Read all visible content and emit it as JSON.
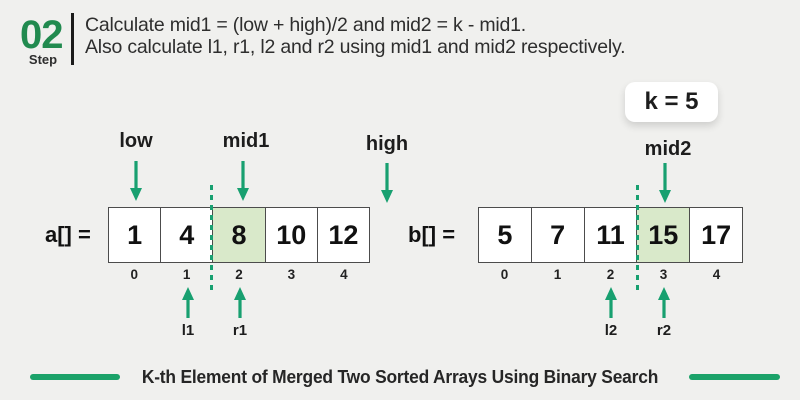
{
  "colors": {
    "background": "#f0f0ee",
    "accent_green": "#18a070",
    "step_green": "#218a4f",
    "highlight_cell": "#d9e9ca",
    "badge_bg": "#ffffff",
    "text_dark": "#2e2e2e"
  },
  "header": {
    "step_number": "02",
    "step_label": "Step",
    "line1": "Calculate mid1 = (low + high)/2 and mid2 = k - mid1.",
    "line2": "Also calculate l1, r1, l2 and r2 using mid1 and mid2 respectively."
  },
  "badge": {
    "text": "k = 5"
  },
  "pointers": {
    "low": "low",
    "mid1": "mid1",
    "high": "high",
    "mid2": "mid2",
    "l1": "l1",
    "r1": "r1",
    "l2": "l2",
    "r2": "r2"
  },
  "array_a": {
    "label": "a[] =",
    "values": [
      "1",
      "4",
      "8",
      "10",
      "12"
    ],
    "indices": [
      "0",
      "1",
      "2",
      "3",
      "4"
    ],
    "highlight_index": 2
  },
  "array_b": {
    "label": "b[] =",
    "values": [
      "5",
      "7",
      "11",
      "15",
      "17"
    ],
    "indices": [
      "0",
      "1",
      "2",
      "3",
      "4"
    ],
    "highlight_index": 3
  },
  "footer": {
    "title": "K-th Element of Merged Two Sorted Arrays Using Binary Search"
  }
}
